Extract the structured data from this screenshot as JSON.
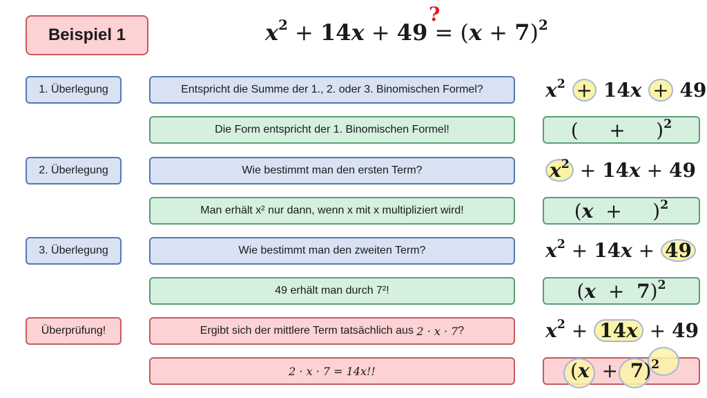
{
  "title": "Beispiel 1",
  "header_equation": {
    "lhs": "x² + 14x + 49",
    "eq": "=",
    "rhs": "(x + 7)²",
    "question_mark": "?"
  },
  "steps": [
    {
      "label": "1. Überlegung",
      "question": "Entspricht die Summe der 1., 2. oder 3. Binomischen Formel?",
      "answer": "Die Form entspricht der 1. Binomischen Formel!"
    },
    {
      "label": "2. Überlegung",
      "question": "Wie bestimmt man den ersten Term?",
      "answer": "Man erhält x² nur dann, wenn x mit x multipliziert wird!"
    },
    {
      "label": "3. Überlegung",
      "question": "Wie bestimmt man den zweiten Term?",
      "answer": "49 erhält man durch 7²!"
    },
    {
      "label": "Überprüfung!",
      "question_prefix": "Ergibt sich der mittlere Term tatsächlich aus ",
      "question_formula": "2 · x · 7",
      "question_suffix": " ?",
      "answer": "2 · x · 7 = 14x!!"
    }
  ],
  "right_column": {
    "row1": {
      "x": "x",
      "plus1": "+",
      "mid": "14x",
      "plus2": "+",
      "c": "49"
    },
    "row2": "(     +     )",
    "row3": {
      "x": "x",
      "rest": "+ 14x + 49"
    },
    "row4": "(x  +      )",
    "row5": {
      "lhs": "x² + 14x + ",
      "c": "49"
    },
    "row6": "(x  +  7)",
    "row7": {
      "x": "x",
      "plus1": "+",
      "mid": "14x",
      "plus2": "+ 49"
    },
    "row8": {
      "open": "(",
      "x": "x",
      "plus": "+",
      "seven": "7",
      "close": ")"
    },
    "exponent": "2"
  },
  "colors": {
    "blue_fill": "#d9e2f2",
    "green_fill": "#d6f0df",
    "red_fill": "#fcd2d4",
    "highlight": "#fbf3a6",
    "question_mark": "#e11b22"
  }
}
